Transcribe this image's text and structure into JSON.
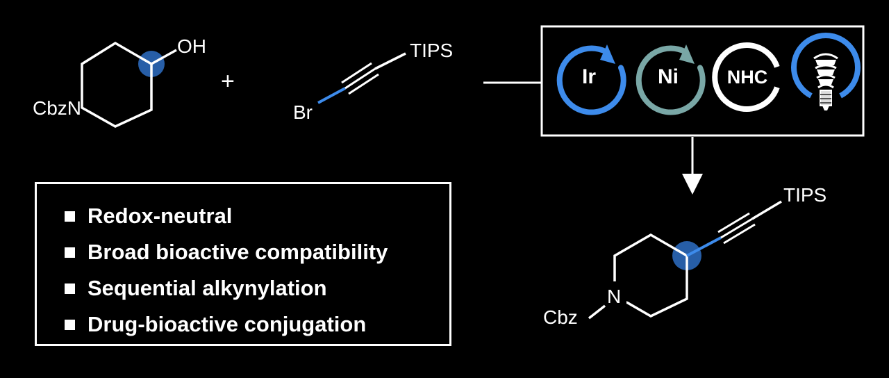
{
  "reactants": {
    "alcohol": {
      "substituent": "OH",
      "nitrogen_label": "CbzN"
    },
    "plus": "+",
    "alkyne": {
      "halide": "Br",
      "silyl": "TIPS"
    }
  },
  "catalysts": [
    {
      "label": "Ir",
      "icon": "cycle-arrow",
      "color": "#3D8BEB"
    },
    {
      "label": "Ni",
      "icon": "cycle-arrow",
      "color": "#79A7A6"
    },
    {
      "label": "NHC",
      "icon": "cycle-arrow",
      "color": "#FFFFFF"
    },
    {
      "label": "",
      "icon": "light-bulb-icon",
      "color": "#3D8BEB"
    }
  ],
  "product": {
    "silyl": "TIPS",
    "nitrogen": "N",
    "protecting_group": "Cbz"
  },
  "features": [
    "Redox-neutral",
    "Broad bioactive compatibility",
    "Sequential alkynylation",
    "Drug-bioactive conjugation"
  ],
  "colors": {
    "background": "#000000",
    "line": "#FFFFFF",
    "highlight_bond": "#3D8BEB",
    "highlight_circle": "#2E6FC4"
  }
}
